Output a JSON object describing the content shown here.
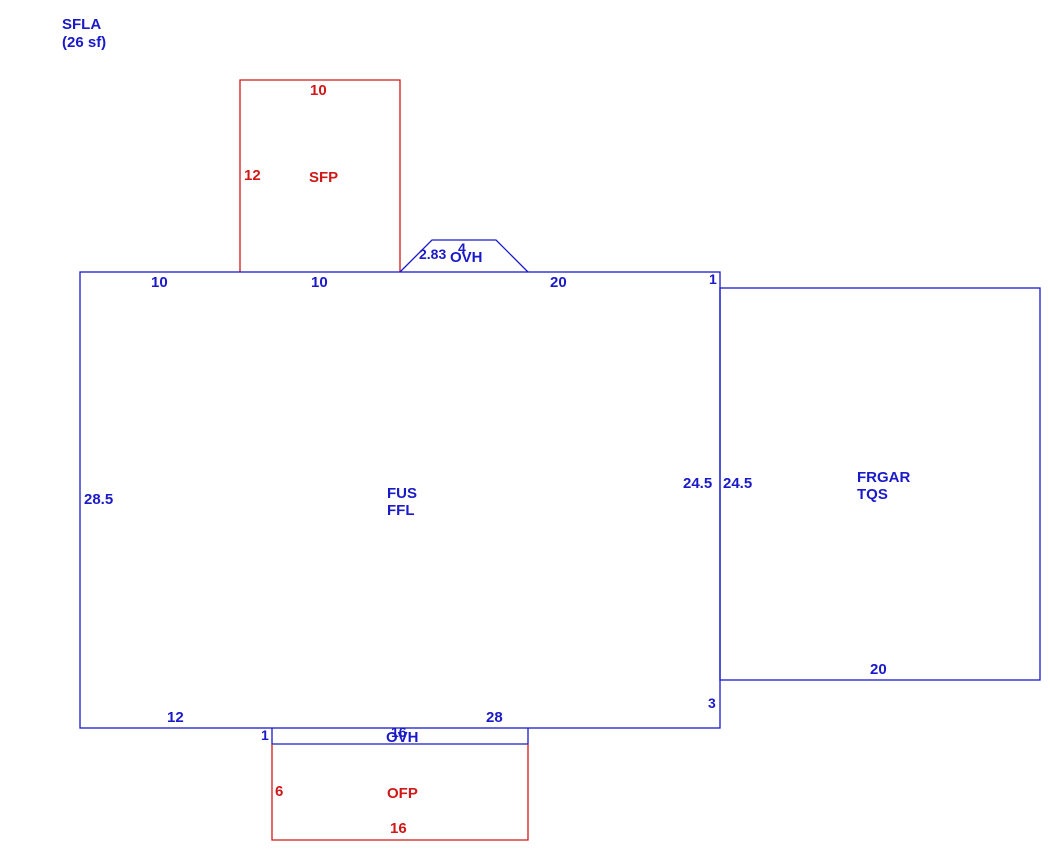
{
  "summary": {
    "title": "SFLA",
    "area": "(26 sf)"
  },
  "colors": {
    "living": "#1a1ac8",
    "porch": "#d01818"
  },
  "areas": {
    "main": {
      "code1": "FUS",
      "code2": "FFL"
    },
    "garage": {
      "code1": "FRGAR",
      "code2": "TQS"
    },
    "top_porch": {
      "code": "SFP"
    },
    "bottom_porch": {
      "code": "OFP"
    },
    "top_overhang": {
      "code": "OVH"
    },
    "bottom_overhang": {
      "code": "OVH"
    }
  },
  "dimensions": {
    "top_porch_top": "10",
    "top_porch_left": "12",
    "main_top_left": "10",
    "main_top_mid": "10",
    "ovh_top_diag": "2.83",
    "ovh_top_top": "4",
    "main_top_right": "20",
    "main_right_offset": "1",
    "main_left": "28.5",
    "main_right": "24.5",
    "garage_left": "24.5",
    "garage_bottom": "20",
    "main_right_lower": "3",
    "main_bottom_left": "12",
    "main_bottom_right": "28",
    "bottom_ovh_left": "1",
    "bottom_ovh_top": "16",
    "bottom_porch_left": "6",
    "bottom_porch_bottom": "16"
  }
}
